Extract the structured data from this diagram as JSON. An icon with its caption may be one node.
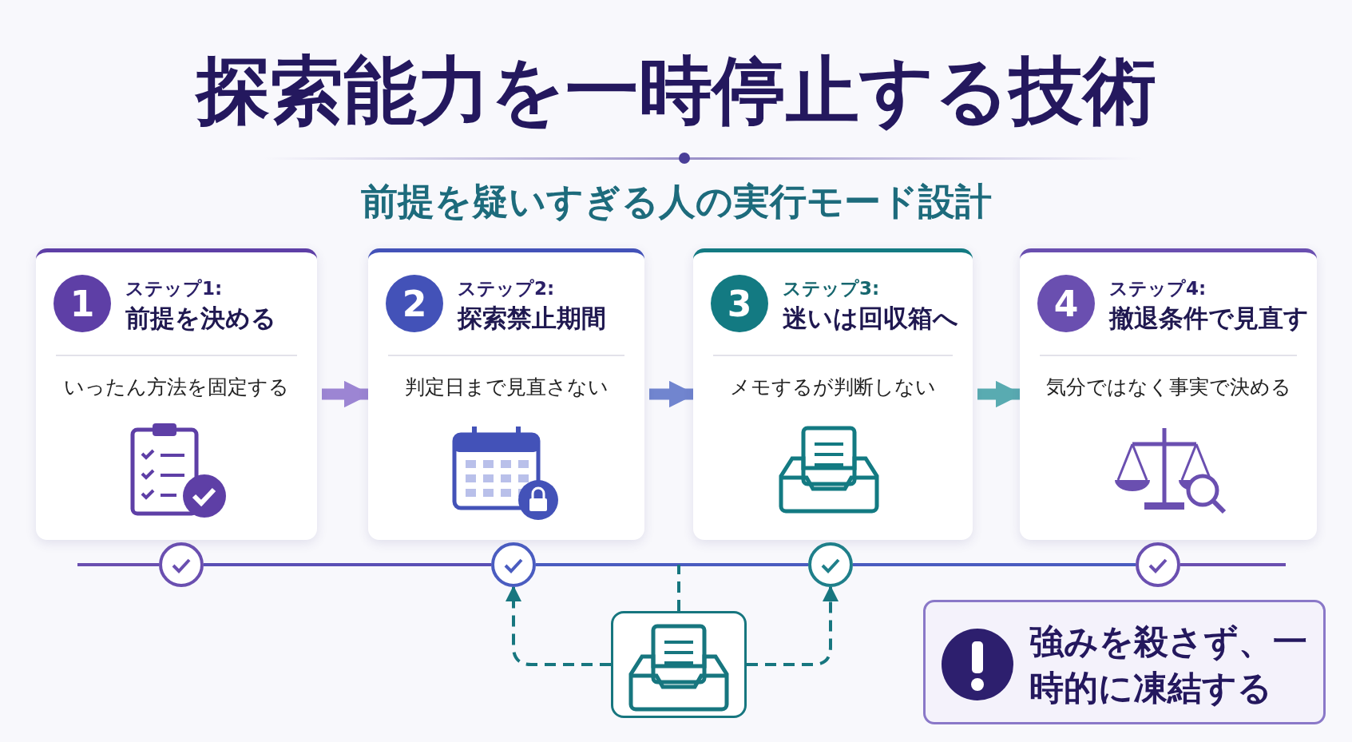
{
  "diagram": {
    "title": "探索能力を一時停止する技術",
    "nodes": [
      {
        "text": [
          "1",
          "ステップ1:",
          "前提を決める",
          "いったん方法を固定する"
        ]
      },
      {
        "text": [
          "2",
          "ステップ2:",
          "探索禁止期間",
          "判定日まで見直さない"
        ]
      },
      {
        "text": [
          "3",
          "ステップ3:",
          "迷いは回収箱へ",
          "メモするが判断しない"
        ]
      },
      {
        "text": [
          "4",
          "ステップ4:",
          "撤退条件で見直す",
          "気分ではなく事実で決める"
        ]
      },
      {
        "text": [],
        "shape": "circle"
      },
      {
        "text": [],
        "shape": "circle"
      },
      {
        "text": [],
        "shape": "circle"
      },
      {
        "text": [],
        "shape": "circle"
      },
      {
        "text": [],
        "shape": "box"
      },
      {
        "text": [
          "強みを殺さず、一時的に凍結する"
        ]
      }
    ],
    "edges": [
      {
        "from": 0,
        "to": 1,
        "arrow": "to",
        "style": "thick",
        "color": "#8c72cc"
      },
      {
        "from": 1,
        "to": 2,
        "arrow": "to",
        "style": "thick",
        "color": "#5a72c8"
      },
      {
        "from": 2,
        "to": 3,
        "arrow": "to",
        "style": "thick",
        "color": "#3e9ea4"
      },
      {
        "from": 4,
        "to": 5,
        "arrow": "none",
        "color": "#5a4fb5"
      },
      {
        "from": 5,
        "to": 6,
        "arrow": "none",
        "color": "#4a5cc0"
      },
      {
        "from": 6,
        "to": 7,
        "arrow": "none",
        "color": "#4a5cc0"
      },
      {
        "from": 8,
        "to": 5,
        "arrow": "to",
        "style": "dashed"
      },
      {
        "from": 8,
        "to": 6,
        "arrow": "to",
        "style": "dashed"
      },
      {
        "from": 8,
        "to": null,
        "arrow": "none",
        "style": "dashed"
      }
    ],
    "labels": [
      "前提を疑いすぎる人の実行モード設計"
    ]
  }
}
